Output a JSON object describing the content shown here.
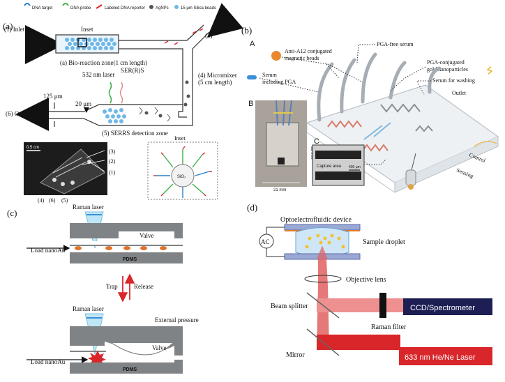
{
  "panel_a": {
    "label": "(a)",
    "legend": [
      "DNA target",
      "DNA probe",
      "Labeled DNA reporter",
      "AgNPs",
      "15 μm Silica beads"
    ],
    "inlet1": "(1) Inlet 1",
    "inset": "Inset",
    "port3": "(3)",
    "bio_zone": "(a) Bio-reaction zone(1 cm length)",
    "laser": "532 nm laser",
    "serrs": "SER(R)S",
    "dim125": "125 μm",
    "dim20": "20 μm",
    "outlet": "(6) Outlet",
    "mixer_1": "(4) Micromixer",
    "mixer_2": "(5 cm length)",
    "detect": "(5) SERRS detection zone",
    "photo_scale": "0.5 cm",
    "photo_l3": "(3)",
    "photo_l2": "(2)",
    "photo_l1": "(1)",
    "photo_l4": "(4)",
    "photo_l6": "(6)",
    "photo_l5": "(5)",
    "inset_title": "Inset",
    "sio2": "SiO₂"
  },
  "panel_b": {
    "label": "(b)",
    "sub_a": "A",
    "anti_1": "Anti-A12 conjugated",
    "anti_2": "magnetic beads",
    "pga_free": "PGA-free serum",
    "pga_conj_1": "PGA-conjugated",
    "pga_conj_2": "gold nanoparticles",
    "serum_pga_1": "Serum",
    "serum_pga_2": "including PGA",
    "serum_wash": "Serum for washing",
    "outlet": "Outlet",
    "control": "Control",
    "sensing": "Sensing",
    "sub_b": "B",
    "sub_c": "C",
    "dim_21": "21 mm",
    "dim_38": "38 mm",
    "capture": "Capture area",
    "scale": "400 μm"
  },
  "panel_c": {
    "label": "(c)",
    "raman1": "Raman laser",
    "valve1": "Valve",
    "load1": "Load nanoAu",
    "pdms1": "PDMS",
    "trap": "Trap",
    "release": "Release",
    "raman2": "Raman laser",
    "ext": "External pressure",
    "valve2": "Valve",
    "load2": "Load nanoAu",
    "pdms2": "PDMS"
  },
  "panel_d": {
    "label": "(d)",
    "device": "Optoelectrofluidic device",
    "ac": "AC",
    "droplet": "Sample droplet",
    "objective": "Objective lens",
    "beam": "Beam splitter",
    "raman_filter": "Raman filter",
    "ccd": "CCD/Spectrometer",
    "mirror": "Mirror",
    "laser": "633 nm He/Ne Laser"
  },
  "colors": {
    "navy": "#1d1f54",
    "laser_red": "#d9262a",
    "beam": "#e67e7e",
    "gray": "#8a8a8a",
    "orange": "#e07a2a"
  }
}
